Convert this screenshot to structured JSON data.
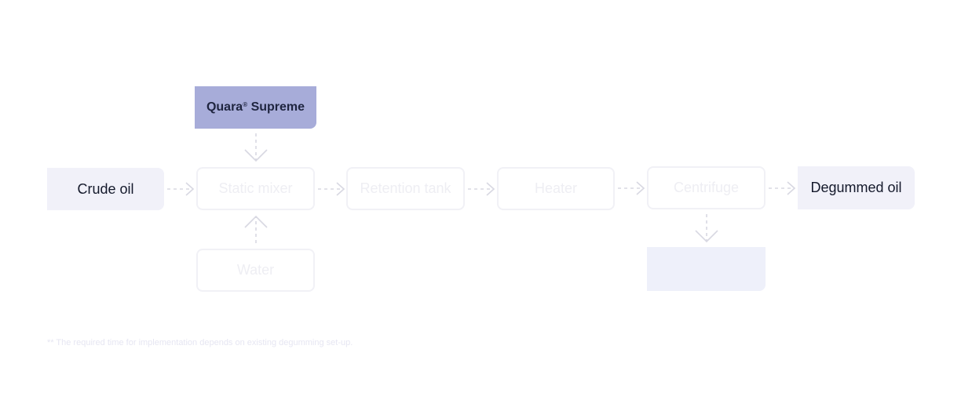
{
  "nodes": {
    "crude_oil": "Crude oil",
    "additive_name": "Quara",
    "additive_mark": "®",
    "additive_suffix": "Supreme",
    "static_mixer": "Static mixer",
    "retention_tank": "Retention tank",
    "heater": "Heater",
    "centrifuge": "Centrifuge",
    "degummed_oil": "Degummed oil",
    "water": "Water"
  },
  "footnote": "** The required time for implementation depends on existing degumming set-up.",
  "colors": {
    "accent": "#a7acd9",
    "light_fill": "#f1f1f9",
    "faded_text": "#eeeef3",
    "arrow": "#d8d8e2"
  }
}
